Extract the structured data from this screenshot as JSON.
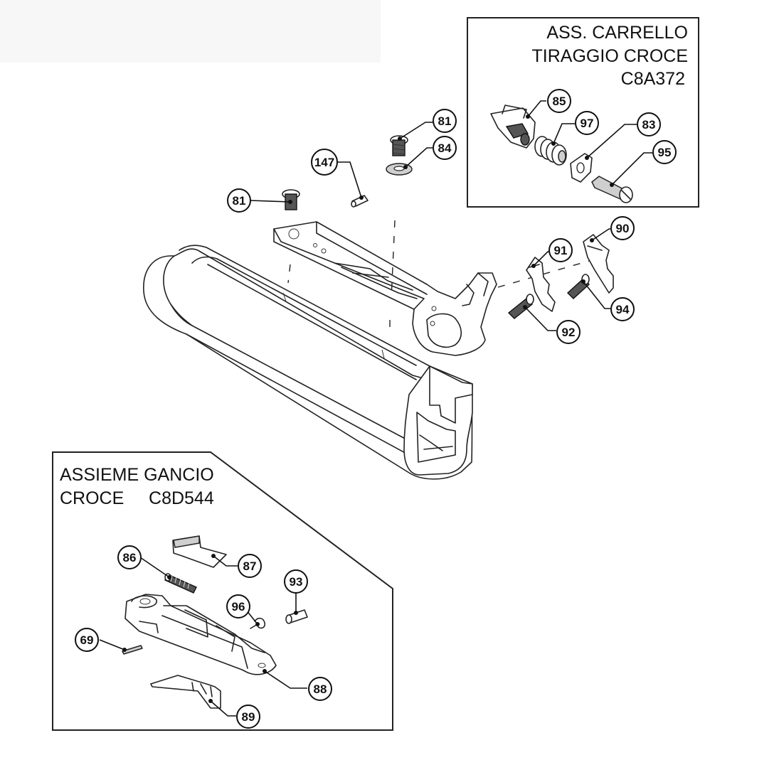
{
  "assemblies": [
    {
      "id": "assembly-carrello",
      "lines": [
        "ASS. CARRELLO",
        "TIRAGGIO CROCE",
        "C8A372"
      ]
    },
    {
      "id": "assembly-gancio",
      "lines": [
        "ASSIEME GANCIO",
        "CROCE     C8D544"
      ]
    }
  ],
  "callouts": [
    {
      "label": "81"
    },
    {
      "label": "84"
    },
    {
      "label": "147"
    },
    {
      "label": "81"
    },
    {
      "label": "85"
    },
    {
      "label": "97"
    },
    {
      "label": "83"
    },
    {
      "label": "95"
    },
    {
      "label": "90"
    },
    {
      "label": "91"
    },
    {
      "label": "94"
    },
    {
      "label": "92"
    },
    {
      "label": "86"
    },
    {
      "label": "87"
    },
    {
      "label": "93"
    },
    {
      "label": "96"
    },
    {
      "label": "69"
    },
    {
      "label": "88"
    },
    {
      "label": "89"
    }
  ],
  "colors": {
    "line": "#222222",
    "fill": "#ffffff",
    "shade": "#cfcfcf",
    "background_tint": "#f7f7f7"
  }
}
